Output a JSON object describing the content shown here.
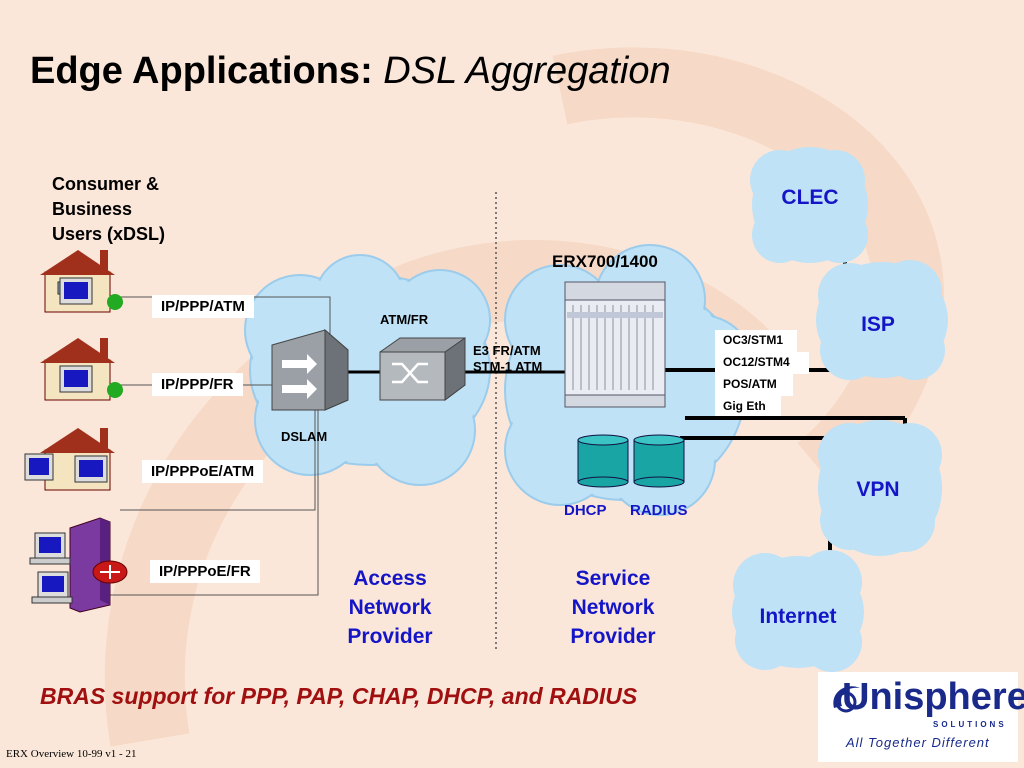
{
  "title": {
    "main": "Edge Applications:",
    "sub": "DSL Aggregation"
  },
  "users_label": {
    "line1": "Consumer &",
    "line2": "Business",
    "line3": "Users (xDSL)"
  },
  "encapsulations": [
    "IP/PPP/ATM",
    "IP/PPP/FR",
    "IP/PPPoE/ATM",
    "IP/PPPoE/FR"
  ],
  "devices": {
    "dslam": "DSLAM",
    "atm_switch": "ATM/FR",
    "erx": "ERX700/1400"
  },
  "trunk": {
    "line1": "E3 FR/ATM",
    "line2": "STM-1 ATM"
  },
  "interfaces": [
    "OC3/STM1",
    "OC12/STM4",
    "POS/ATM",
    "Gig Eth"
  ],
  "servers": [
    "DHCP",
    "RADIUS"
  ],
  "clouds": [
    "CLEC",
    "ISP",
    "VPN",
    "Internet"
  ],
  "providers": {
    "access": [
      "Access",
      "Network",
      "Provider"
    ],
    "service": [
      "Service",
      "Network",
      "Provider"
    ]
  },
  "footer_note": "BRAS support for PPP, PAP, CHAP, DHCP, and RADIUS",
  "logo": {
    "name": "Unisphere",
    "sub": "SOLUTIONS",
    "tagline": "All Together Different"
  },
  "slide_number": "ERX Overview 10-99 v1 - 21",
  "colors": {
    "cloud": "#bfe2f6",
    "provider_text": "#1515c8",
    "footer_text": "#a01010",
    "database": "#1aa5a5",
    "logo": "#1a2a8a"
  }
}
